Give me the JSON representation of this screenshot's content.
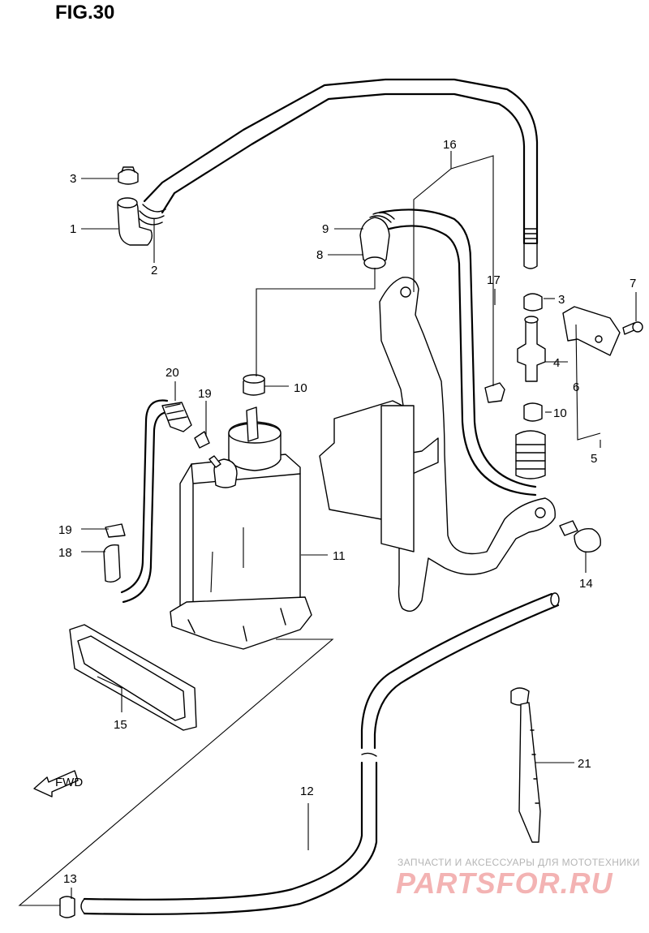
{
  "figure": {
    "title": "FIG.30"
  },
  "callouts": [
    "1",
    "2",
    "3",
    "3",
    "4",
    "5",
    "6",
    "7",
    "8",
    "9",
    "10",
    "10",
    "11",
    "12",
    "13",
    "14",
    "15",
    "16",
    "17",
    "18",
    "19",
    "19",
    "20",
    "21"
  ],
  "fwd_label": "FWD",
  "watermark": {
    "subtitle": "ЗАПЧАСТИ И АКСЕССУАРЫ ДЛЯ МОТОТЕХНИКИ",
    "logo": "PARTSFOR.RU"
  }
}
